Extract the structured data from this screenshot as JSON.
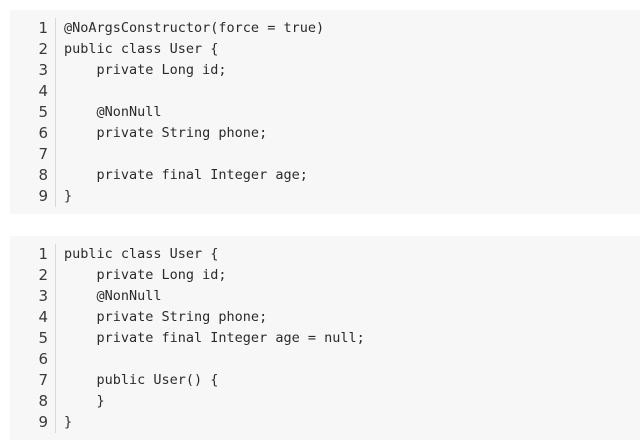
{
  "blocks": [
    {
      "lines": [
        "@NoArgsConstructor(force = true)",
        "public class User {",
        "    private Long id;",
        "",
        "    @NonNull",
        "    private String phone;",
        "",
        "    private final Integer age;",
        "}"
      ]
    },
    {
      "lines": [
        "public class User {",
        "    private Long id;",
        "    @NonNull",
        "    private String phone;",
        "    private final Integer age = null;",
        "",
        "    public User() {",
        "    }",
        "}"
      ]
    }
  ]
}
